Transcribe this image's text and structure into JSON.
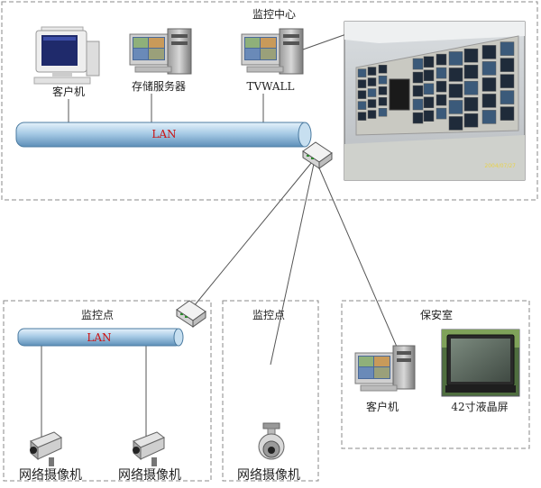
{
  "center": {
    "title": "监控中心",
    "client": "客户机",
    "storage": "存储服务器",
    "tvwall": "TVWALL",
    "lan": "LAN",
    "photo_date": "2004/07/27"
  },
  "site1": {
    "title": "监控点",
    "lan": "LAN",
    "camera1": "网络摄像机",
    "camera2": "网络摄像机"
  },
  "site2": {
    "title": "监控点",
    "camera": "网络摄像机"
  },
  "security": {
    "title": "保安室",
    "client": "客户机",
    "screen": "42寸液晶屏"
  },
  "colors": {
    "lan_pipe": "#a8cbe6",
    "lan_text": "#cc1111",
    "dash_border": "#888888",
    "link_line": "#555555"
  }
}
